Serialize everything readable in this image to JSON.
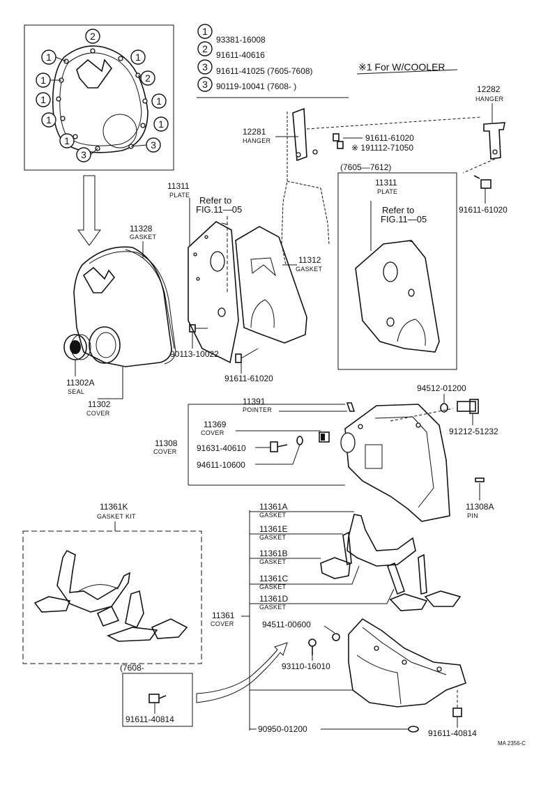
{
  "legend": [
    {
      "mark": "1",
      "part": "93381-16008"
    },
    {
      "mark": "2",
      "part": "91611-40616"
    },
    {
      "mark": "3",
      "part": "91611-41025 (7605-7608)"
    },
    {
      "mark": "3",
      "part": "90119-10041 (7608-        )"
    }
  ],
  "note": "※1 For W/COOLER",
  "inset_marks": [
    "2",
    "1",
    "1",
    "1",
    "2",
    "1",
    "1",
    "1",
    "1",
    "1",
    "1",
    "3",
    "3"
  ],
  "labels": {
    "hanger_12282_num": "12282",
    "hanger_12282_name": "HANGER",
    "hanger_12281_num": "12281",
    "hanger_12281_name": "HANGER",
    "bolt_91611_61020_a": "91611-61020",
    "bolt_191112_71050": "※ 191112-71050",
    "range_7605_7612": "(7605—7612)",
    "plate_11311_num": "11311",
    "plate_11311_name": "PLATE",
    "plate_11311b_num": "11311",
    "plate_11311b_name": "PLATE",
    "refer_a_1": "Refer  to",
    "refer_a_2": "FIG.11—05",
    "refer_b_1": "Refer  to",
    "refer_b_2": "FIG.11—05",
    "bolt_91611_61020_b": "91611-61020",
    "gasket_11328_num": "11328",
    "gasket_11328_name": "GASKET",
    "gasket_11312_num": "11312",
    "gasket_11312_name": "GASKET",
    "bolt_90113_10022": "90113-10022",
    "bolt_91611_61020_c": "91611-61020",
    "seal_11302A_num": "11302A",
    "seal_11302A_name": "SEAL",
    "cover_11302_num": "11302",
    "cover_11302_name": "COVER",
    "washer_94512_01200": "94512-01200",
    "bolt_91212_51232": "91212-51232",
    "pointer_11391_num": "11391",
    "pointer_11391_name": "POINTER",
    "cover_11369_num": "11369",
    "cover_11369_name": "COVER",
    "cover_11308_num": "11308",
    "cover_11308_name": "COVER",
    "bolt_91631_40610": "91631-40610",
    "washer_94611_10600": "94611-10600",
    "pin_11308A_num": "11308A",
    "pin_11308A_name": "PIN",
    "gasketkit_11361K_num": "11361K",
    "gasketkit_11361K_name": "GASKET KIT",
    "gasket_11361A_num": "11361A",
    "gasket_11361A_name": "GASKET",
    "gasket_11361E_num": "11361E",
    "gasket_11361E_name": "GASKET",
    "gasket_11361B_num": "11361B",
    "gasket_11361B_name": "GASKET",
    "gasket_11361C_num": "11361C",
    "gasket_11361C_name": "GASKET",
    "gasket_11361D_num": "11361D",
    "gasket_11361D_name": "GASKET",
    "cover_11361_num": "11361",
    "cover_11361_name": "COVER",
    "nut_94511_00600": "94511-00600",
    "bolt_93110_16010": "93110-16010",
    "range_7608": "(7608-",
    "bolt_91611_40814_a": "91611-40814",
    "bolt_91611_40814_b": "91611-40814",
    "nut_90950_01200": "90950-01200",
    "code": "MA  2356-C"
  }
}
